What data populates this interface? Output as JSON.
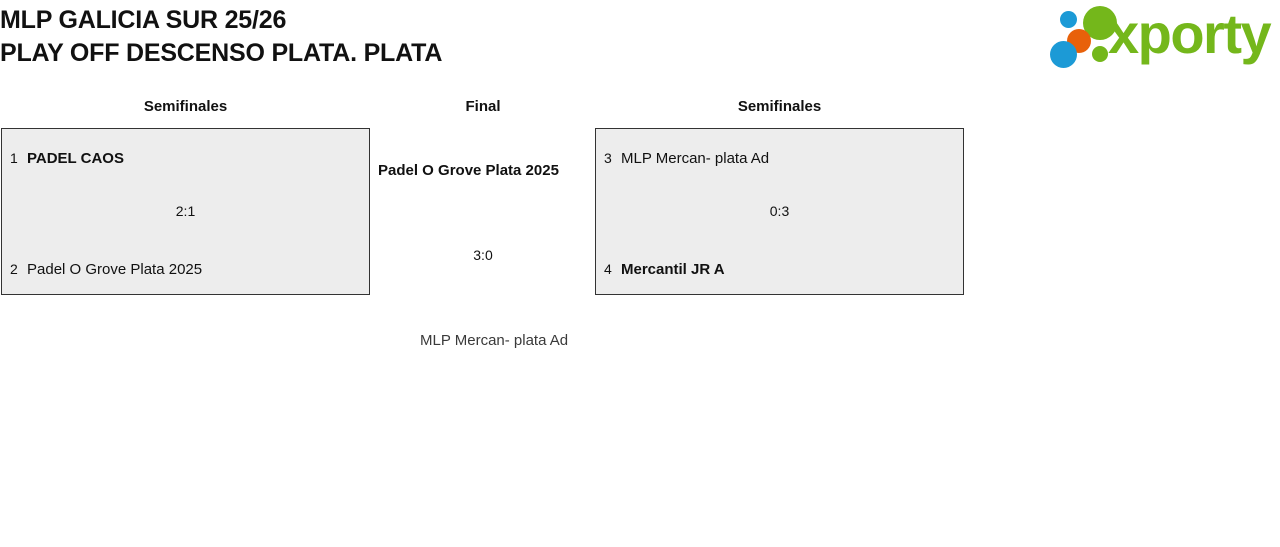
{
  "header": {
    "title_line_1": "MLP GALICIA SUR 25/26",
    "title_line_2": "PLAY OFF DESCENSO PLATA. PLATA"
  },
  "brand": {
    "wordmark": "xporty",
    "green": "#74B71B",
    "blue": "#1C9AD6",
    "orange": "#E8610A"
  },
  "rounds": {
    "left_label": "Semifinales",
    "middle_label": "Final",
    "right_label": "Semifinales"
  },
  "bracket": {
    "semifinal_left": {
      "round": "Semifinales",
      "top": {
        "seed": "1",
        "name": "PADEL CAOS",
        "winner": true
      },
      "bottom": {
        "seed": "2",
        "name": "Padel O Grove Plata 2025",
        "winner": false
      },
      "score": "2:1"
    },
    "semifinal_right": {
      "round": "Semifinales",
      "top": {
        "seed": "3",
        "name": "MLP Mercan- plata Ad",
        "winner": false
      },
      "bottom": {
        "seed": "4",
        "name": "Mercantil JR A",
        "winner": true
      },
      "score": "0:3"
    },
    "final": {
      "round": "Final",
      "winner_name": "Padel O Grove Plata 2025",
      "runnerup_name": "MLP Mercan- plata Ad",
      "score": "3:0"
    }
  },
  "colors": {
    "box_fill": "#EDEDED",
    "box_border": "#333333",
    "text": "#111111",
    "page_background": "#FFFFFF"
  }
}
